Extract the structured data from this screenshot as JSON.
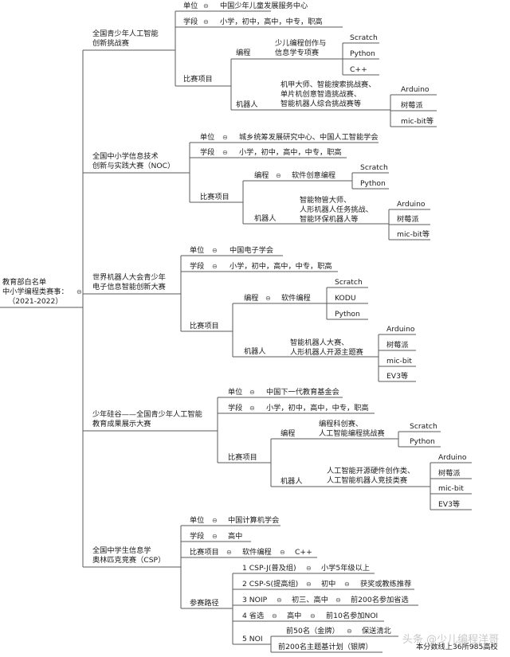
{
  "root": {
    "line1": "教育部白名单",
    "line2": "中小学编程类赛事：",
    "line3": "（2021-2022）"
  },
  "c1": {
    "l1": "全国青少年人工智能",
    "l2": "创新挑战赛",
    "unit_label": "单位",
    "unit_value": "中国少年儿童发展服务中心",
    "stage_label": "学段",
    "stage_value": "小学，初中，高中，中专，职高",
    "proj_label": "比赛项目",
    "prog_label": "编程",
    "prog_l1": "少儿编程创作与",
    "prog_l2": "信息学专项赛",
    "prog_langs": [
      "Scratch",
      "Python",
      "C++"
    ],
    "robot_label": "机器人",
    "robot_l1": "机甲大师、智能搜索挑战赛、",
    "robot_l2": "单片机创意智造挑战赛、",
    "robot_l3": "智能机器人综合挑战赛等",
    "robot_items": [
      "Arduino",
      "树莓派",
      "mic-bit等"
    ]
  },
  "c2": {
    "l1": "全国中小学信息技术",
    "l2": "创新与实践大赛（NOC）",
    "unit_label": "单位",
    "unit_value": "城乡统筹发展研究中心、中国人工智能学会",
    "stage_label": "学段",
    "stage_value": "小学，初中，高中，中专，职高",
    "proj_label": "比赛项目",
    "prog_label": "编程",
    "prog_value": "软件创意编程",
    "prog_langs": [
      "Scratch",
      "Python"
    ],
    "robot_label": "机器人",
    "robot_l1": "智能物管大师、",
    "robot_l2": "人形机器人任务挑战、",
    "robot_l3": "智能环保机器人等",
    "robot_items": [
      "Arduino",
      "树莓派",
      "mic-bit等"
    ]
  },
  "c3": {
    "l1": "世界机器人大会青少年",
    "l2": "电子信息智能创新大赛",
    "unit_label": "单位",
    "unit_value": "中国电子学会",
    "stage_label": "学段",
    "stage_value": "小学，初中，高中，中专，职高",
    "proj_label": "比赛项目",
    "prog_label": "编程",
    "prog_value": "软件编程",
    "prog_langs": [
      "Scratch",
      "KODU",
      "Python"
    ],
    "robot_label": "机器人",
    "robot_l1": "智能机器人大赛、",
    "robot_l2": "人形机器人开源主题赛",
    "robot_items": [
      "Arduino",
      "树莓派",
      "mic-bit",
      "EV3等"
    ]
  },
  "c4": {
    "l1": "少年硅谷——全国青少年人工智能",
    "l2": "教育成果展示大赛",
    "unit_label": "单位",
    "unit_value": "中国下一代教育基金会",
    "stage_label": "学段",
    "stage_value": "小学，初中，高中，中专，职高",
    "proj_label": "比赛项目",
    "prog_label": "编程",
    "prog_l1": "编程科创赛、",
    "prog_l2": "人工智能编程挑战赛",
    "prog_langs": [
      "Scratch",
      "Python"
    ],
    "robot_label": "机器人",
    "robot_l1": "人工智能开源硬件创作类、",
    "robot_l2": "人工智能机器人竞技类赛",
    "robot_items": [
      "Arduino",
      "树莓派",
      "mic-bit",
      "EV3等"
    ]
  },
  "c5": {
    "l1": "全国中学生信息学",
    "l2": "奥林匹克竞赛（CSP）",
    "unit_label": "单位",
    "unit_value": "中国计算机学会",
    "stage_label": "学段",
    "stage_value": "高中",
    "proj_label": "比赛项目",
    "proj_value": "软件编程",
    "proj_lang": "C++",
    "path_label": "参赛路径",
    "s1": "1 CSP-J(普及组)",
    "s1a": "小学5年级以上",
    "s2": "2 CSP-S(提高组)",
    "s2a": "初中",
    "s2b": "获奖或教练推荐",
    "s3": "3 NOIP",
    "s3a": "初三、高中",
    "s3b": "前200名参加省选",
    "s4": "4 省选",
    "s4a": "高中",
    "s4b": "前10名参加NOI",
    "s5": "5 NOI",
    "s5a": "前50名（金牌）",
    "s5b": "保送清北",
    "s5c": "前200名主题基计划（银牌）",
    "s5d": "本分数线上36所985高校"
  },
  "watermark": "头条 @少儿编程洋哥"
}
